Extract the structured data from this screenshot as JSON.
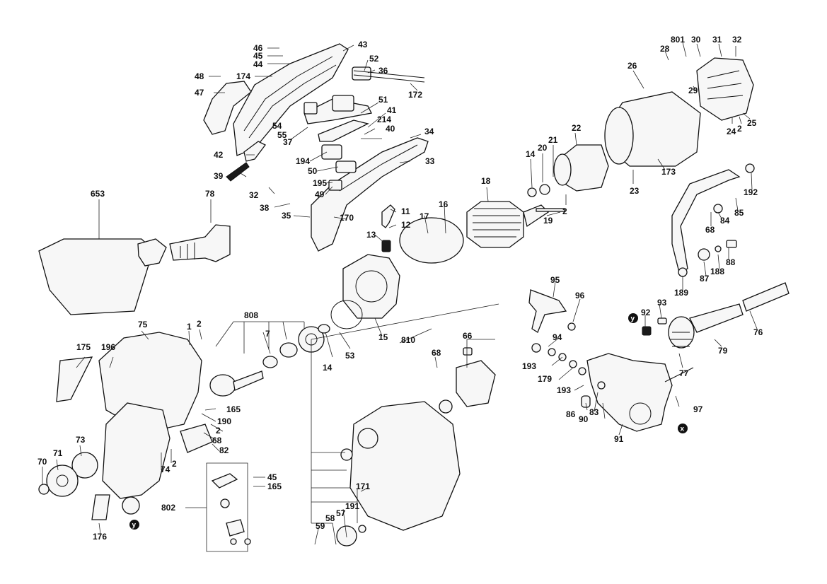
{
  "diagram": {
    "callouts": [
      "46",
      "45",
      "44",
      "43",
      "48",
      "174",
      "52",
      "36",
      "47",
      "172",
      "54",
      "55",
      "51",
      "41",
      "37",
      "214",
      "40",
      "34",
      "42",
      "194",
      "50",
      "195",
      "49",
      "33",
      "39",
      "32",
      "38",
      "35",
      "170",
      "11",
      "12",
      "13",
      "17",
      "16",
      "18",
      "14",
      "20",
      "21",
      "22",
      "19",
      "2",
      "23",
      "173",
      "26",
      "28",
      "801",
      "30",
      "31",
      "32",
      "29",
      "25",
      "24",
      "2",
      "653",
      "78",
      "808",
      "1",
      "2",
      "7",
      "14",
      "53",
      "15",
      "810",
      "66",
      "68",
      "75",
      "175",
      "196",
      "165",
      "190",
      "2",
      "68",
      "82",
      "74",
      "2",
      "73",
      "71",
      "70",
      "176",
      "802",
      "45",
      "165",
      "171",
      "191",
      "57",
      "58",
      "59",
      "95",
      "96",
      "94",
      "93",
      "92",
      "193",
      "179",
      "193",
      "86",
      "83",
      "90",
      "91",
      "97",
      "77",
      "79",
      "76",
      "192",
      "85",
      "84",
      "68",
      "87",
      "188",
      "88",
      "189"
    ],
    "markers": [
      "y",
      "y",
      "x"
    ]
  }
}
